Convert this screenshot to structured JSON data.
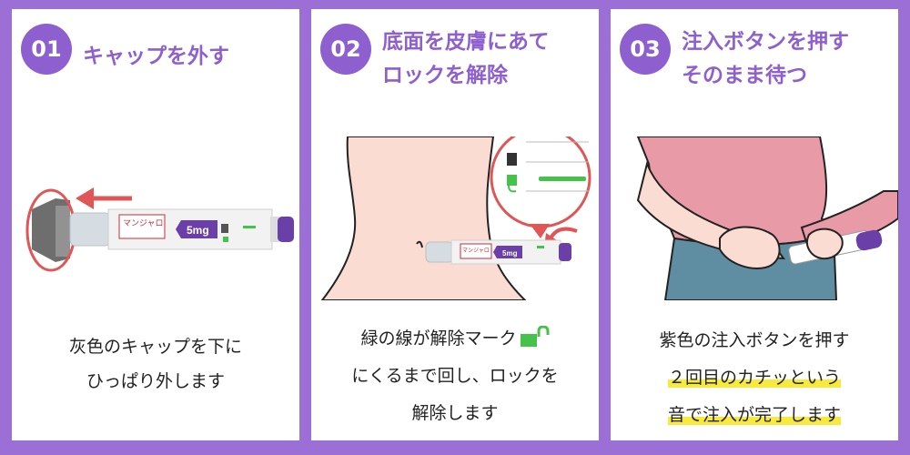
{
  "steps": [
    {
      "number": "01",
      "title": [
        "キャップを外す"
      ],
      "description": [
        "灰色のキャップを下に",
        "ひっぱり外します"
      ],
      "pen_label": "マンジャロ",
      "pen_dose": "5mg"
    },
    {
      "number": "02",
      "title": [
        "底面を皮膚にあて",
        "ロックを解除"
      ],
      "description": [
        "緑の線が解除マーク",
        "にくるまで回し、ロックを",
        "解除します"
      ],
      "pen_label": "マンジャロ",
      "pen_dose": "5mg"
    },
    {
      "number": "03",
      "title": [
        "注入ボタンを押す",
        "そのまま待つ"
      ],
      "description": [
        "紫色の注入ボタンを押す",
        "２回目のカチッという",
        "音で注入が完了します"
      ],
      "highlighted_lines": [
        1,
        2
      ]
    }
  ],
  "colors": {
    "background": "#9b6fd6",
    "accent": "#8e5fcf",
    "arrow_red": "#e05555",
    "unlock_green": "#44c24c",
    "highlight": "#f7ea3c",
    "skin": "#fbdcd3",
    "shirt": "#e89aa6",
    "jeans": "#5f8ea3"
  },
  "icons": [
    "unlock-icon",
    "left-arrow-icon",
    "curved-arrow-icon",
    "zoom-circle-icon"
  ]
}
